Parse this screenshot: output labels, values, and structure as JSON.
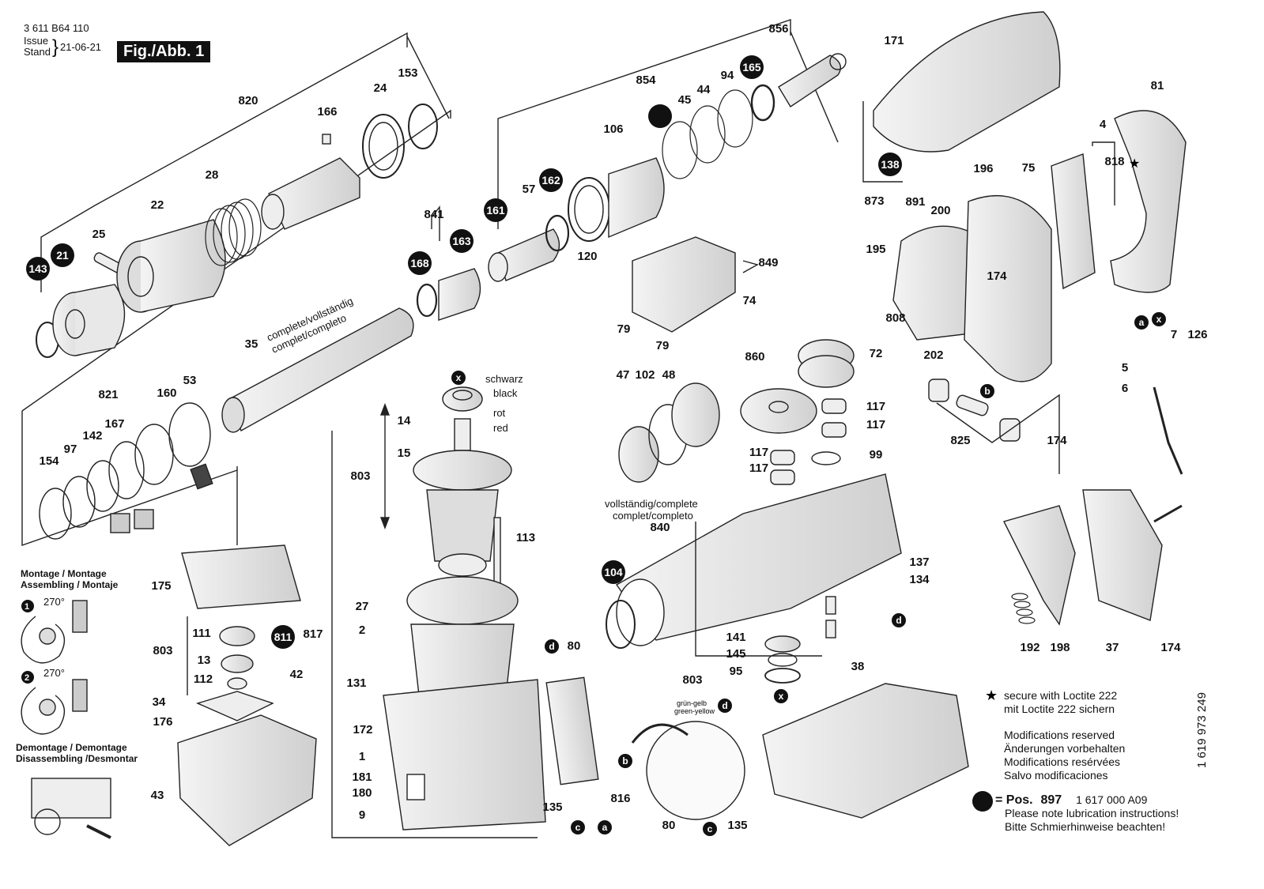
{
  "header": {
    "doc_number": "3 611 B64 110",
    "issue_label": "Issue",
    "stand_label": "Stand",
    "issue_date": "21-06-21",
    "figure_label": "Fig./Abb. 1"
  },
  "side_number": "1 619 973 249",
  "wire_colors": {
    "black_de": "schwarz",
    "black_en": "black",
    "red_de": "rot",
    "red_en": "red",
    "green_yellow_de": "grün-gelb",
    "green_yellow_en": "green-yellow"
  },
  "captions": {
    "complete_1": "complete/vollständig",
    "complete_2": "complet/completo",
    "complete_3": "vollständig/complete",
    "complete_4": "complet/completo"
  },
  "procedures": {
    "assembly_1": "Montage / Montage",
    "assembly_2": "Assembling / Montaje",
    "step1_angle": "270°",
    "step2_angle": "270°",
    "disassembly_1": "Demontage / Demontage",
    "disassembly_2": "Disassembling /Desmontar"
  },
  "notes": {
    "loctite_en": "secure with Loctite 222",
    "loctite_de": "mit Loctite 222 sichern",
    "mod_1": "Modifications reserved",
    "mod_2": "Änderungen vorbehalten",
    "mod_3": "Modifications resérvées",
    "mod_4": "Salvo modificaciones",
    "pos_label": "= Pos.",
    "pos_number": "897",
    "pos_part": "1 617 000 A09",
    "lube_en": "Please note lubrication instructions!",
    "lube_de": "Bitte Schmierhinweise beachten!"
  },
  "callouts": [
    "143",
    "21",
    "168",
    "163",
    "161",
    "162",
    "165",
    "138",
    "104",
    "811"
  ],
  "wire_letters": [
    "x",
    "a",
    "b",
    "c",
    "d"
  ],
  "part_labels": [
    "820",
    "166",
    "24",
    "153",
    "28",
    "22",
    "25",
    "35",
    "821",
    "167",
    "160",
    "53",
    "142",
    "154",
    "97",
    "841",
    "57",
    "120",
    "854",
    "106",
    "45",
    "44",
    "94",
    "856",
    "849",
    "74",
    "79",
    "79",
    "14",
    "15",
    "803",
    "113",
    "27",
    "2",
    "131",
    "172",
    "1",
    "181",
    "180",
    "9",
    "175",
    "111",
    "13",
    "112",
    "803",
    "817",
    "42",
    "34",
    "176",
    "43",
    "171",
    "81",
    "4",
    "818",
    "196",
    "75",
    "891",
    "200",
    "195",
    "174",
    "808",
    "202",
    "873",
    "860",
    "72",
    "47",
    "102",
    "48",
    "117",
    "117",
    "117",
    "117",
    "99",
    "840",
    "7",
    "126",
    "5",
    "6",
    "825",
    "174",
    "137",
    "134",
    "141",
    "145",
    "95",
    "803",
    "80",
    "816",
    "135",
    "80",
    "135",
    "38",
    "192",
    "198",
    "37",
    "174"
  ]
}
